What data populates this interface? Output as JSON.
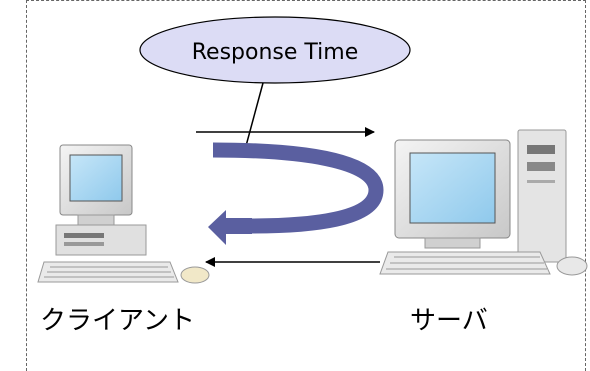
{
  "callout": {
    "text": "Response Time"
  },
  "nodes": {
    "client": {
      "label": "クライアント"
    },
    "server": {
      "label": "サーバ"
    }
  },
  "colors": {
    "callout_fill": "#dcdcf5",
    "curved_arrow": "#5a5fa0",
    "frame": "#666666"
  }
}
